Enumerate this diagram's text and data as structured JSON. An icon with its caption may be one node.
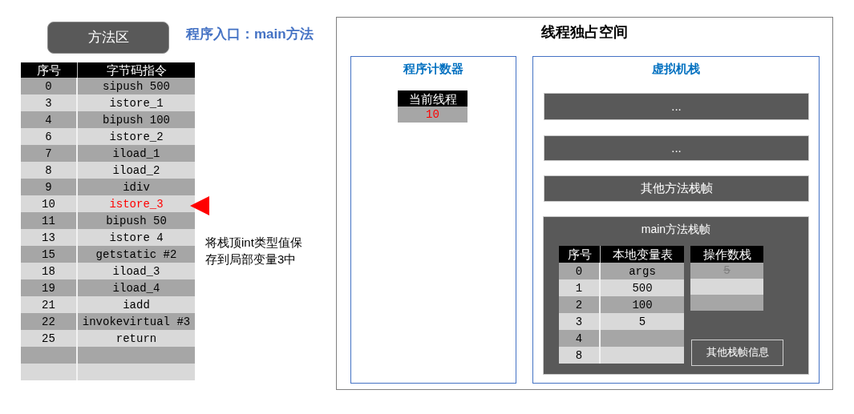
{
  "diagram": {
    "nodes": [
      {
        "text": [
          "方法区"
        ]
      },
      {
        "text": [
          "线程独占空间"
        ]
      },
      {
        "text": [
          "程序计数器"
        ],
        "in": 1
      },
      {
        "text": [
          "虚拟机栈"
        ],
        "in": 1
      },
      {
        "text": [
          "..."
        ],
        "in": 3
      },
      {
        "text": [
          "..."
        ],
        "in": 3
      },
      {
        "text": [
          "其他方法栈帧"
        ],
        "in": 3
      },
      {
        "text": [
          "main方法栈帧"
        ],
        "in": 3
      },
      {
        "text": [
          "其他栈帧信息"
        ],
        "in": 7
      }
    ],
    "labels": [
      "程序入口：main方法",
      "序号",
      "字节码指令",
      "0",
      "sipush 500",
      "3",
      "istore_1",
      "4",
      "bipush 100",
      "6",
      "istore_2",
      "7",
      "iload_1",
      "8",
      "iload_2",
      "9",
      "idiv",
      "10",
      "istore_3",
      "11",
      "bipush 50",
      "13",
      "istore 4",
      "15",
      "getstatic #2",
      "18",
      "iload_3",
      "19",
      "iload_4",
      "21",
      "iadd",
      "22",
      "invokevirtual #3",
      "25",
      "return",
      "将栈顶int类型值保存到局部变量3中",
      "当前线程",
      "10",
      "序号",
      "本地变量表",
      "0",
      "args",
      "1",
      "500",
      "2",
      "100",
      "3",
      "5",
      "4",
      "8",
      "操作数栈",
      "5"
    ]
  }
}
